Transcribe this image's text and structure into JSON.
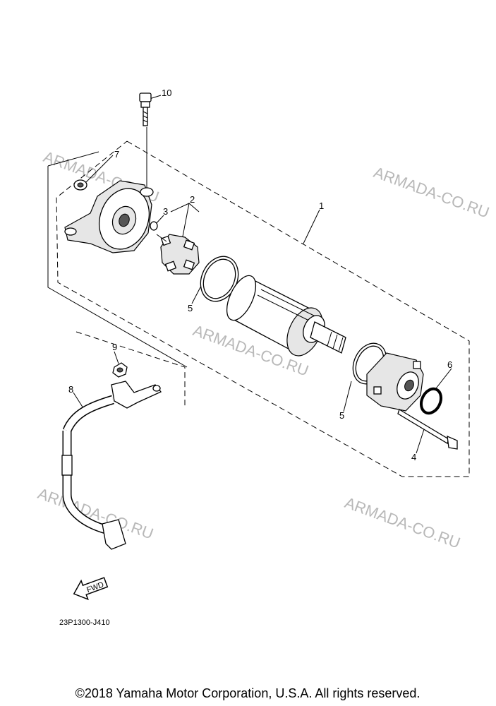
{
  "callouts": {
    "c1": "1",
    "c2": "2",
    "c3": "3",
    "c4": "4",
    "c5a": "5",
    "c5b": "5",
    "c6": "6",
    "c7": "7",
    "c8": "8",
    "c9": "9",
    "c10": "10"
  },
  "watermarks": [
    "ARMADA-CO.RU",
    "ARMADA-CO.RU",
    "ARMADA-CO.RU",
    "ARMADA-CO.RU",
    "ARMADA-CO.RU"
  ],
  "fwd_label": "FWD",
  "diagram_code": "23P1300-J410",
  "copyright": "©2018 Yamaha Motor Corporation, U.S.A. All rights reserved.",
  "colors": {
    "line": "#000000",
    "watermark": "#b8b8b8",
    "background": "#ffffff"
  }
}
